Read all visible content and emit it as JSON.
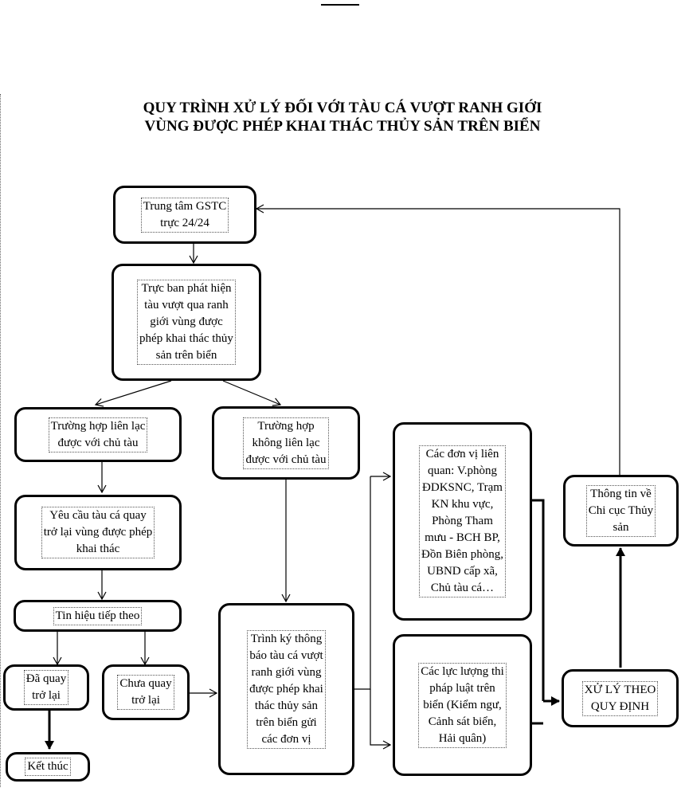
{
  "title": {
    "line1": "QUY TRÌNH XỬ LÝ ĐỐI VỚI TÀU CÁ VƯỢT RANH GIỚI",
    "line2": "VÙNG ĐƯỢC PHÉP KHAI THÁC THỦY SẢN TRÊN BIỂN"
  },
  "nodes": {
    "monitoring_center": "Trung tâm GSTC\ntrực 24/24",
    "duty_detects": "Trực ban phát hiện\ntàu vượt qua ranh\ngiới vùng được\nphép khai thác thủy\nsản trên biển",
    "case_contacted": "Trường hợp liên lạc\nđược với chủ tàu",
    "case_not_contacted": "Trường hợp\nkhông liên lạc\nđược với chủ tàu",
    "request_return": "Yêu cầu tàu cá quay\ntrở lại vùng được phép\nkhai thác",
    "next_signal": "Tin hiệu tiếp theo",
    "returned": "Đã quay\ntrở lại",
    "not_returned": "Chưa quay\ntrở lại",
    "end": "Kết thúc",
    "sign_notice": "Trình ký thông\nbáo tàu cá vượt\nranh giới vùng\nđược phép khai\nthác thủy sản\ntrên biển gửi\ncác đơn vị",
    "related_units": "Các đơn vị liên\nquan: V.phòng\nĐDKSNC, Trạm\nKN khu vực,\nPhòng Tham\nmưu - BCH BP,\nĐồn Biên phòng,\nUBND cấp xã,\nChủ tàu cá…",
    "enforcement": "Các lực lượng thi\npháp luật trên\nbiển (Kiểm ngư,\nCảnh sát biển,\nHải quân)",
    "handle": "XỬ LÝ THEO\nQUY ĐỊNH",
    "inform_dept": "Thông tin về\nChi cục Thủy\nsản"
  }
}
